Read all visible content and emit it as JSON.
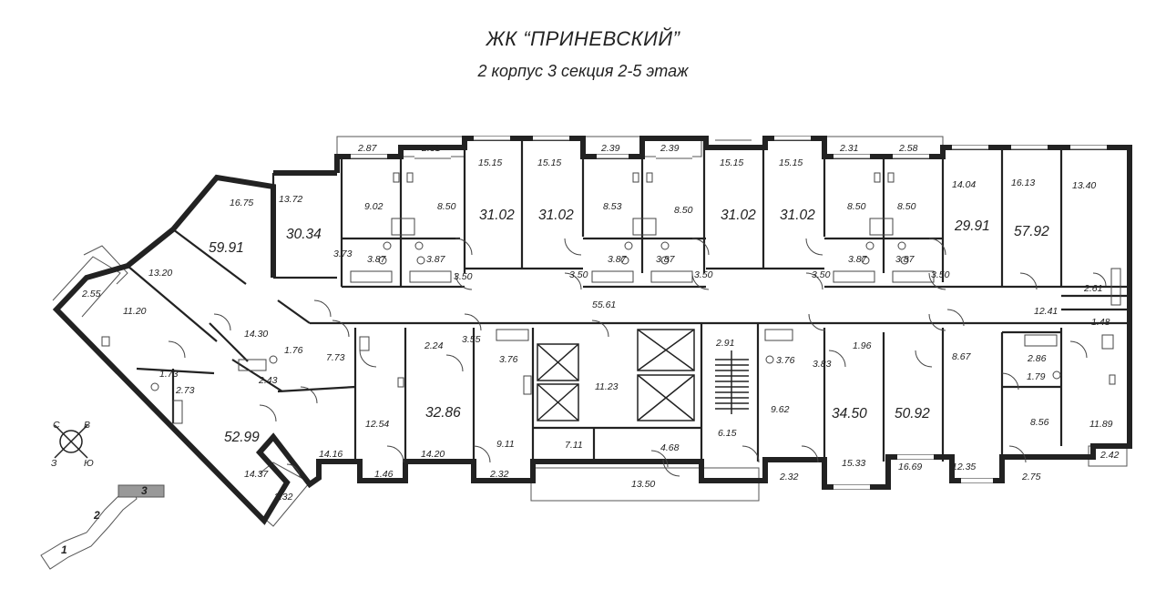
{
  "title": "ЖК “ПРИНЕВСКИЙ”",
  "subtitle": "2 корпус 3 секция 2-5 этаж",
  "compass": [
    "С",
    "В",
    "Ю",
    "З"
  ],
  "sections": [
    "1",
    "2",
    "3"
  ],
  "labels": {
    "a1": "59.91",
    "a2": "30.34",
    "a3": "31.02",
    "a4": "31.02",
    "a5": "31.02",
    "a6": "31.02",
    "a7": "29.91",
    "a8": "57.92",
    "a9": "32.86",
    "a10": "52.99",
    "a11": "34.50",
    "a12": "50.92",
    "b1": "2.87",
    "b2": "2.31",
    "b3": "15.15",
    "b4": "15.15",
    "b5": "2.39",
    "b6": "2.39",
    "b7": "15.15",
    "b8": "15.15",
    "b9": "2.31",
    "b10": "2.58",
    "b11": "16.75",
    "b12": "13.72",
    "b13": "9.02",
    "b14": "8.50",
    "b15": "8.53",
    "b16": "8.50",
    "b17": "8.50",
    "b18": "8.50",
    "b19": "14.04",
    "b20": "16.13",
    "b21": "13.40",
    "b22": "3.73",
    "b23": "3.87",
    "b24": "3.87",
    "b25": "3.87",
    "b26": "3.87",
    "b27": "3.87",
    "b28": "3.87",
    "b29": "3.50",
    "b30": "3.50",
    "b31": "3.50",
    "b32": "3.50",
    "b33": "3.50",
    "b34": "13.20",
    "b35": "2.55",
    "b36": "11.20",
    "b37": "14.30",
    "b38": "55.61",
    "b39": "2.61",
    "b40": "12.41",
    "b41": "1.48",
    "b42": "1.76",
    "b43": "7.73",
    "b44": "2.24",
    "b45": "3.55",
    "b46": "3.76",
    "b47": "11.23",
    "b48": "2.91",
    "b49": "3.76",
    "b50": "1.96",
    "b51": "3.83",
    "b52": "8.67",
    "b53": "2.86",
    "b54": "1.79",
    "b55": "1.73",
    "b56": "2.73",
    "b57": "2.43",
    "b58": "12.54",
    "b59": "9.62",
    "b60": "8.56",
    "b61": "11.89",
    "b62": "14.16",
    "b63": "14.20",
    "b64": "9.11",
    "b65": "7.11",
    "b66": "4.68",
    "b67": "6.15",
    "b68": "15.33",
    "b69": "16.69",
    "b70": "12.35",
    "b71": "2.42",
    "b72": "14.37",
    "b73": "1.46",
    "b74": "2.32",
    "b75": "2.32",
    "b76": "13.50",
    "b77": "2.75",
    "b78": "2.32"
  }
}
